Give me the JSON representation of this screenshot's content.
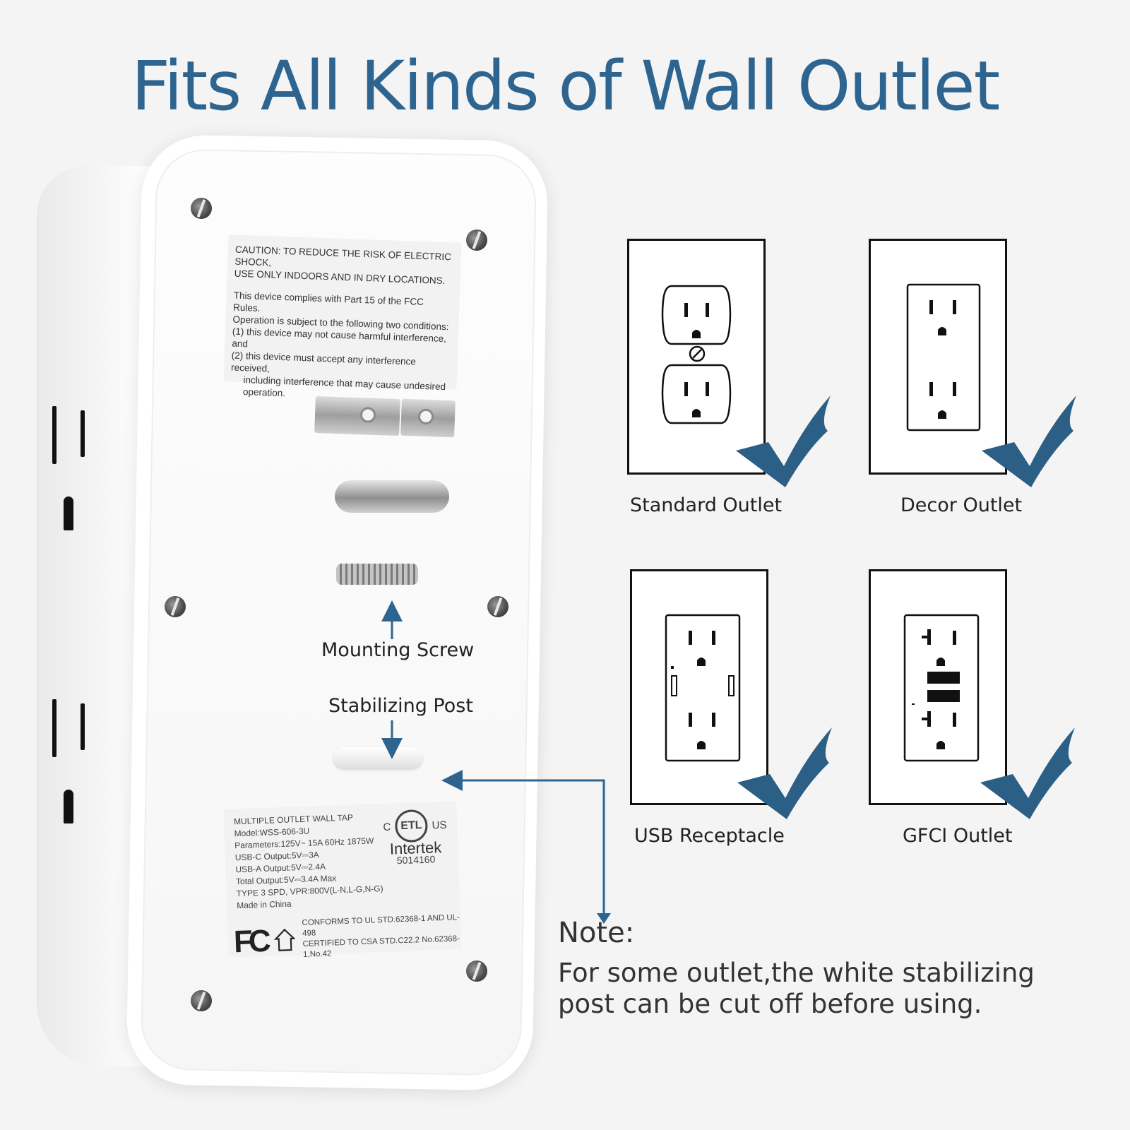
{
  "headline": "Fits All Kinds of Wall Outlet",
  "device": {
    "label_top": {
      "caution_line1": "CAUTION: TO REDUCE THE RISK OF ELECTRIC SHOCK,",
      "caution_line2": "USE ONLY INDOORS AND IN DRY LOCATIONS.",
      "fcc_line1": "This device complies with Part 15 of the FCC Rules.",
      "fcc_line2": "Operation is subject to the following two conditions:",
      "fcc_line3": "(1) this device may not cause harmful interference, and",
      "fcc_line4": "(2) this device must accept any interference received,",
      "fcc_line5": "including interference that may cause undesired operation."
    },
    "label_bottom": {
      "line1": "MULTIPLE OUTLET WALL TAP",
      "line2": "Model:WSS-606-3U",
      "line3": "Parameters:125V~ 15A 60Hz 1875W",
      "line4": "USB-C Output:5V⎓3A",
      "line5": "USB-A Output:5V⎓2.4A",
      "line6": "Total Output:5V⎓3.4A Max",
      "line7": "TYPE 3 SPD, VPR:800V(L-N,L-G,N-G)",
      "line8": "Made in China",
      "etl_mark": "ETL",
      "etl_c": "C",
      "etl_us": "US",
      "etl_brand": "Intertek",
      "etl_number": "5014160",
      "fc_mark": "FC",
      "conform1": "CONFORMS TO UL STD.62368-1 AND UL-498",
      "conform2": "CERTIFIED TO CSA STD.C22.2 No.62368-1,No.42"
    }
  },
  "callouts": {
    "mounting_screw": "Mounting Screw",
    "stabilizing_post": "Stabilizing Post"
  },
  "outlets": [
    {
      "label": "Standard Outlet"
    },
    {
      "label": "Decor Outlet"
    },
    {
      "label": "USB Receptacle"
    },
    {
      "label": "GFCI Outlet"
    }
  ],
  "note": {
    "title": "Note:",
    "body": "For some outlet,the white stabilizing post can be cut off before using."
  },
  "colors": {
    "accent": "#2e6590",
    "check": "#2c5f86",
    "background": "#f4f4f4"
  }
}
